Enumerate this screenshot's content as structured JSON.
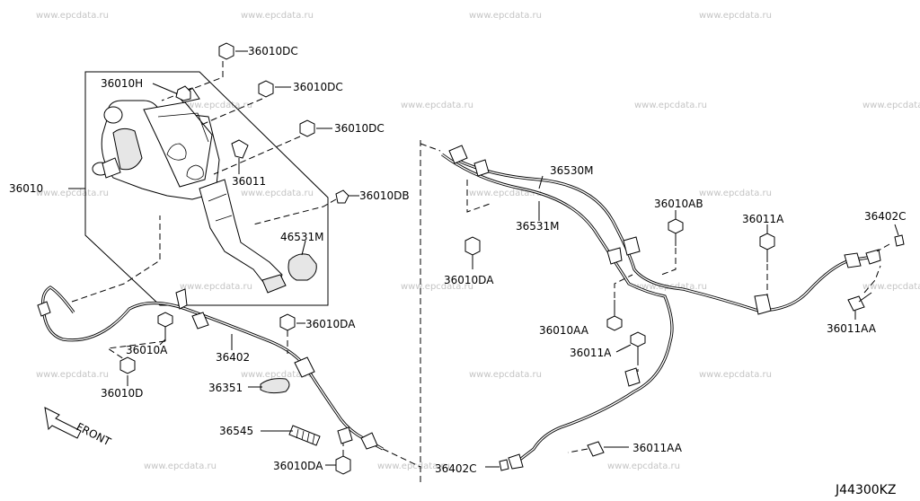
{
  "diagram": {
    "watermark": "www.epcdata.ru",
    "front_label": "FRONT",
    "diagram_code": "J44300KZ",
    "callouts": [
      "36010DC",
      "36010H",
      "36010DC",
      "36010DC",
      "36011",
      "36010",
      "36010DB",
      "46531M",
      "36010A",
      "36010D",
      "36402",
      "36010DA",
      "36351",
      "36545",
      "36010DA",
      "36530M",
      "36531M",
      "36010DA",
      "36010AB",
      "36011A",
      "36402C",
      "36010AA",
      "36011A",
      "36011AA",
      "36011AA",
      "36402C"
    ]
  }
}
